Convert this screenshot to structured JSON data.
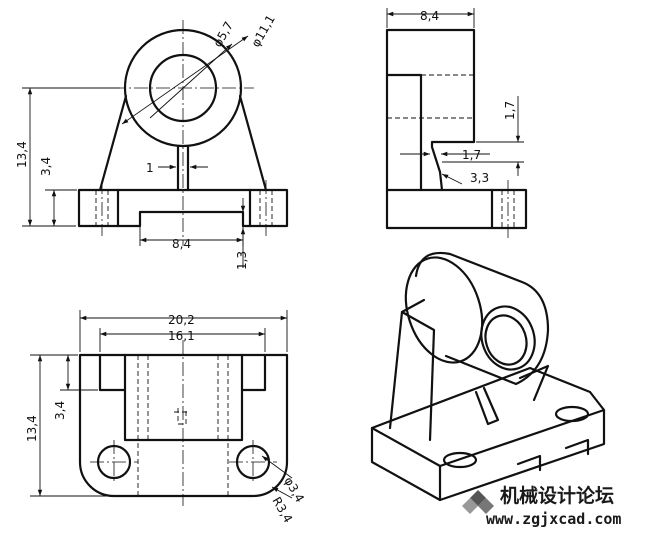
{
  "front_view": {
    "dims": {
      "d_hole": "φ5,7",
      "d_outer": "φ11,1",
      "height": "13,4",
      "base_h": "3,4",
      "rib": "1",
      "slot_w": "8,4",
      "slot_h": "1,3"
    }
  },
  "side_view": {
    "dims": {
      "width": "8,4",
      "a": "1,7",
      "b": "1,7",
      "c": "3,3"
    }
  },
  "top_view": {
    "dims": {
      "total_w": "20,2",
      "inner_w": "16,1",
      "depth": "13,4",
      "step": "3,4",
      "hole_d": "φ3,4",
      "corner_r": "R3,4"
    }
  },
  "watermark": {
    "site_name": "机械设计论坛",
    "url": "www.zgjxcad.com"
  }
}
